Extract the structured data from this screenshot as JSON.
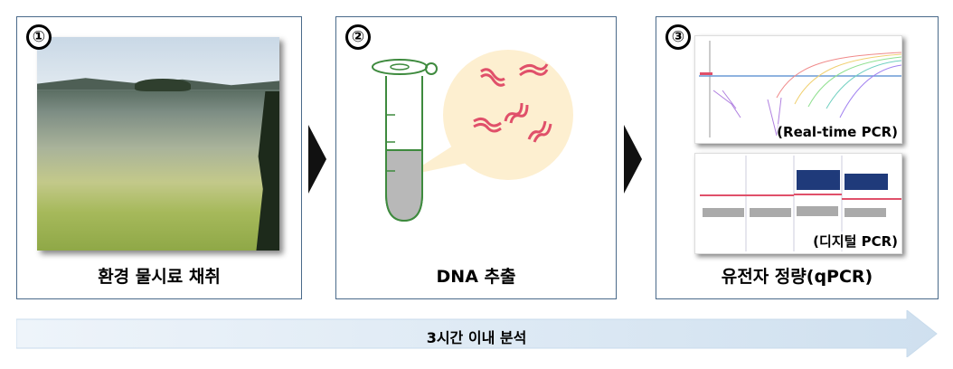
{
  "steps": [
    {
      "number": "①",
      "caption": "환경 물시료 채취"
    },
    {
      "number": "②",
      "caption": "DNA 추출"
    },
    {
      "number": "③",
      "caption": "유전자 정량(qPCR)",
      "sub_labels": [
        "(Real-time PCR)",
        "(디지털 PCR)"
      ]
    }
  ],
  "timeline": {
    "label": "3시간 이내 분석"
  },
  "colors": {
    "panel_border": "#4a6a8a",
    "arrow_fill": "#dce8f3",
    "tube": "#3e8a3e",
    "dna": "#e0506a",
    "bubble": "#fdefd0"
  }
}
